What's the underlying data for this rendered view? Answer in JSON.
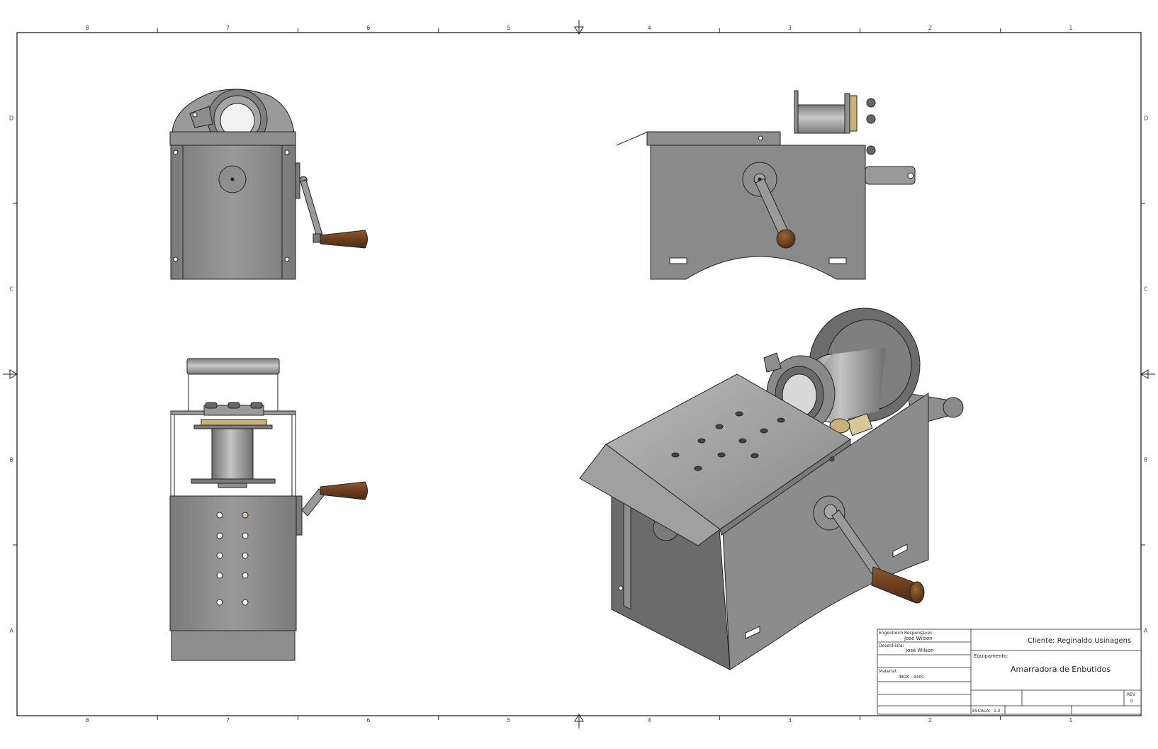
{
  "frame": {
    "col_labels": [
      "8",
      "7",
      "6",
      "5",
      "4",
      "3",
      "2",
      "1"
    ],
    "row_labels": [
      "D",
      "C",
      "B",
      "A"
    ]
  },
  "title_block": {
    "engineer_label": "Engenheiro Responsável:",
    "engineer_name": "José Wilson",
    "drafter_label": "Desenhista:",
    "drafter_name": "José Wilson",
    "material_label": "Material:",
    "material_value": "INOX - 440C",
    "client": "Cliente: Reginaldo Usinagens",
    "equipment_label": "Equipamento:",
    "equipment_name": "Amarradora de Enbutidos",
    "rev_label": "REV",
    "rev_value": "0",
    "scale_label": "ESCALA:",
    "scale_value": "1:2"
  },
  "colors": {
    "steel": "#8c8c8c",
    "steel_light": "#a6a6a6",
    "steel_dark": "#6b6b6b",
    "wood": "#6b3e1e",
    "brass": "#c9b27a",
    "line": "#222222"
  }
}
